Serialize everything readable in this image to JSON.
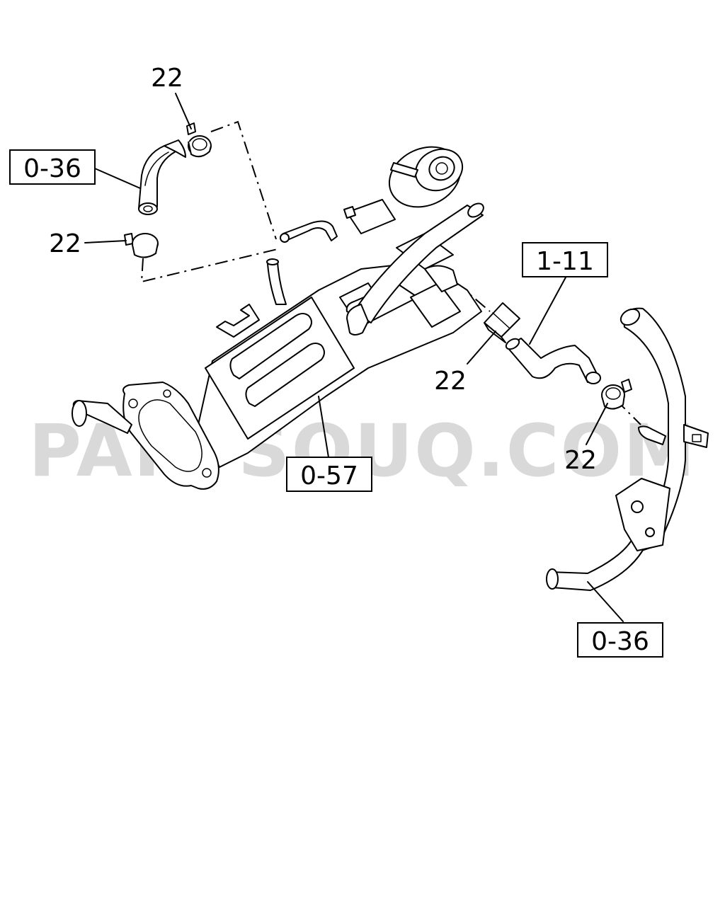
{
  "watermark": "PARTSOUQ.COM",
  "callouts": {
    "top_clamp": "22",
    "left_clamp": "22",
    "mid_clamp": "22",
    "right_clamp": "22"
  },
  "refs": {
    "hose_left": "0-36",
    "hose_mid": "1-11",
    "cooler": "0-57",
    "pipe_right": "0-36"
  }
}
